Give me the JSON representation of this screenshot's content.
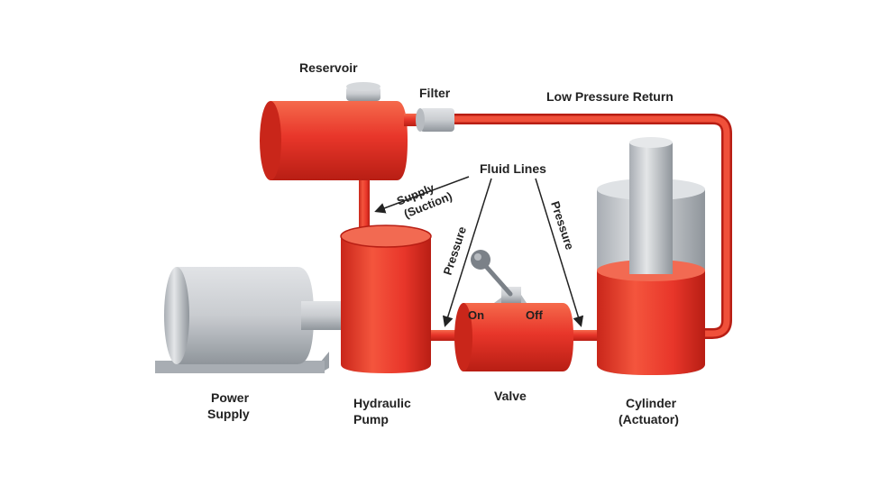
{
  "labels": {
    "reservoir": "Reservoir",
    "filter": "Filter",
    "low_pressure_return": "Low Pressure Return",
    "fluid_lines": "Fluid Lines",
    "supply": "Supply",
    "suction": "(Suction)",
    "pressure_left": "Pressure",
    "pressure_right": "Pressure",
    "on": "On",
    "off": "Off",
    "power_supply_line1": "Power",
    "power_supply_line2": "Supply",
    "hydraulic_pump_line1": "Hydraulic",
    "hydraulic_pump_line2": "Pump",
    "valve": "Valve",
    "cylinder_line1": "Cylinder",
    "cylinder_line2": "(Actuator)"
  },
  "colors": {
    "fluid_red": "#e8362a",
    "fluid_red_dark": "#b81e14",
    "steel_grey": "#c9ccd0",
    "steel_dark": "#8f959b",
    "text": "#222222"
  }
}
